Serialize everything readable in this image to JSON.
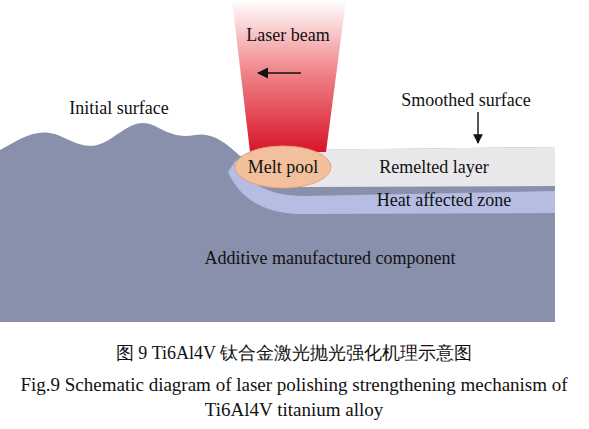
{
  "diagram": {
    "caption": "图 9 Ti6Al4V 钛合金激光抛光强化机理示意图",
    "nodes": [
      {
        "text": [
          "Melt pool"
        ]
      },
      {
        "text": [
          "Remelted layer"
        ]
      },
      {
        "text": [
          "Heat affected zone"
        ]
      },
      {
        "text": [
          "Additive manufactured component"
        ]
      }
    ],
    "labels": [
      "Laser beam",
      "Initial surface",
      "Smoothed surface",
      "Fig.9 Schematic diagram of laser polishing strengthening mechanism of Ti6Al4V titanium alloy"
    ]
  }
}
